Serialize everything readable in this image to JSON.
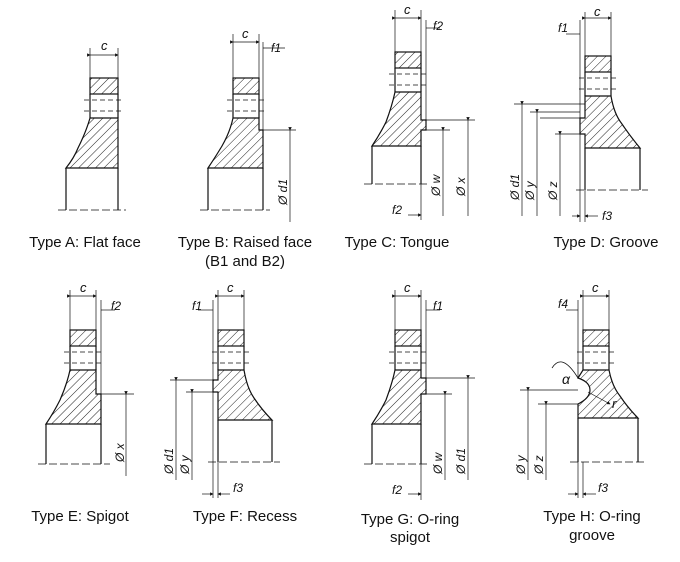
{
  "captions": {
    "a": "Type A: Flat face",
    "b1": "Type B: Raised face",
    "b2": "(B1 and B2)",
    "c": "Type C: Tongue",
    "d": "Type D: Groove",
    "e": "Type E: Spigot",
    "f": "Type F: Recess",
    "g1": "Type G: O-ring",
    "g2": "spigot",
    "h1": "Type H: O-ring",
    "h2": "groove"
  },
  "dims": {
    "c": "c",
    "f1": "f1",
    "f2": "f2",
    "f3": "f3",
    "f4": "f4",
    "d1": "Ø d1",
    "w": "Ø w",
    "x": "Ø x",
    "y": "Ø y",
    "z": "Ø z",
    "alpha": "α",
    "r": "r"
  },
  "colors": {
    "line": "#111111",
    "hatch": "#222222",
    "background": "#ffffff"
  }
}
